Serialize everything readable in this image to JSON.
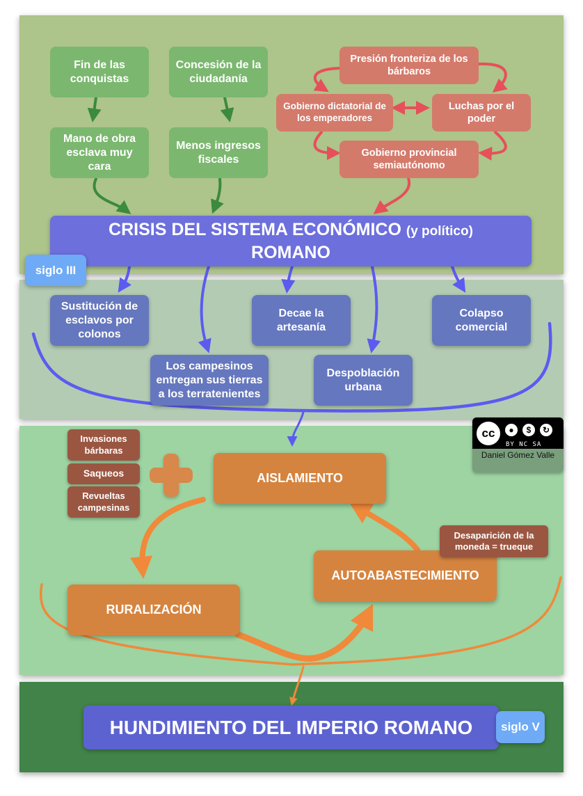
{
  "sections": {
    "economic_causes": {
      "conquest": "Fin de las conquistas",
      "slave_labor": "Mano de obra esclava muy cara",
      "citizenship": "Concesión de la ciudadanía",
      "fiscal": "Menos ingresos fiscales"
    },
    "political_causes": {
      "barbarian_pressure": "Presión fronteriza de los bárbaros",
      "dictatorial": "Gobierno dictatorial de los emperadores",
      "power_struggles": "Luchas por el poder",
      "provincial": "Gobierno provincial semiautónomo"
    },
    "crisis": {
      "title_main": "CRISIS DEL SISTEMA ECONÓMICO",
      "title_paren": "(y político)",
      "title_line2": "ROMANO",
      "century": "siglo III"
    },
    "consequences": {
      "colonos": "Sustitución de esclavos por colonos",
      "campesinos": "Los campesinos entregan sus tierras a los terratenientes",
      "artesania": "Decae la artesanía",
      "despoblacion": "Despoblación urbana",
      "colapso": "Colapso comercial"
    },
    "isolation": {
      "invasiones": "Invasiones bárbaras",
      "saqueos": "Saqueos",
      "revueltas": "Revueltas campesinas",
      "plus": "+",
      "aislamiento": "AISLAMIENTO",
      "ruralizacion": "RURALIZACIÓN",
      "autoabastecimiento": "AUTOABASTECIMIENTO",
      "moneda": "Desaparición de la moneda = trueque"
    },
    "collapse": {
      "title": "HUNDIMIENTO DEL IMPERIO ROMANO",
      "century": "siglo V"
    }
  },
  "license": {
    "cc": "cc",
    "labels": "BY  NC  SA",
    "author": "Daniel Gómez Valle"
  },
  "colors": {
    "green_arrow": "#3b8a3e",
    "red_arrow": "#e6505a",
    "blue_arrow": "#5b5bf0",
    "orange_arrow": "#f0893a"
  }
}
